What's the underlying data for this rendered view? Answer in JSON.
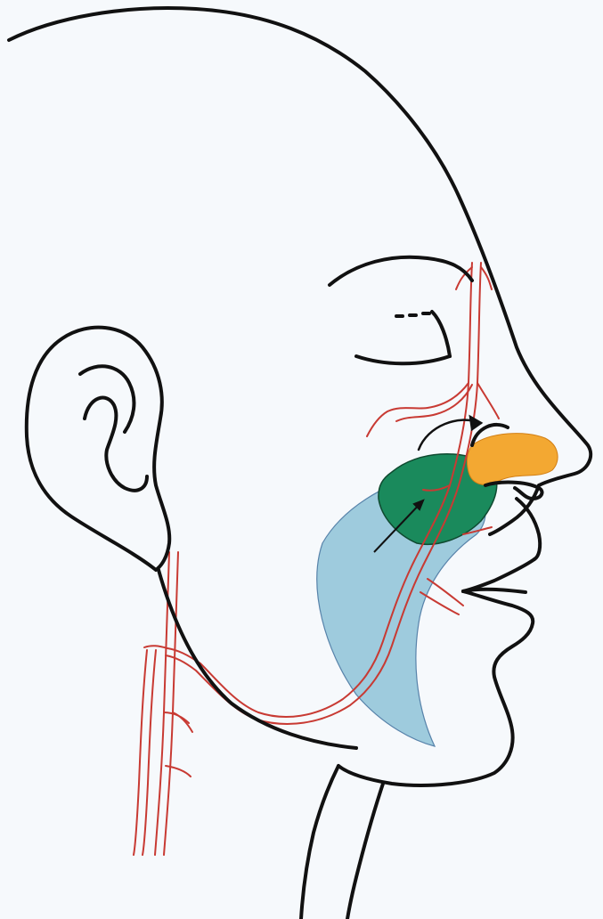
{
  "diagram": {
    "colors": {
      "background_page": "#f6f9fc",
      "outline": "#111111",
      "artery": "#c83a33",
      "flap_light": "#8fc3d8",
      "flap_dark": "#1a8a5c",
      "nasal_defect": "#f3a832"
    },
    "regions": [
      {
        "name": "face-outline"
      },
      {
        "name": "ear"
      },
      {
        "name": "closed-eye"
      },
      {
        "name": "mouth"
      },
      {
        "name": "facial-artery"
      },
      {
        "name": "cheek-flap"
      },
      {
        "name": "flap-pedicle"
      },
      {
        "name": "nasal-defect"
      }
    ],
    "arrows": [
      {
        "name": "advancement-arrow"
      },
      {
        "name": "rotation-arrow"
      }
    ]
  }
}
